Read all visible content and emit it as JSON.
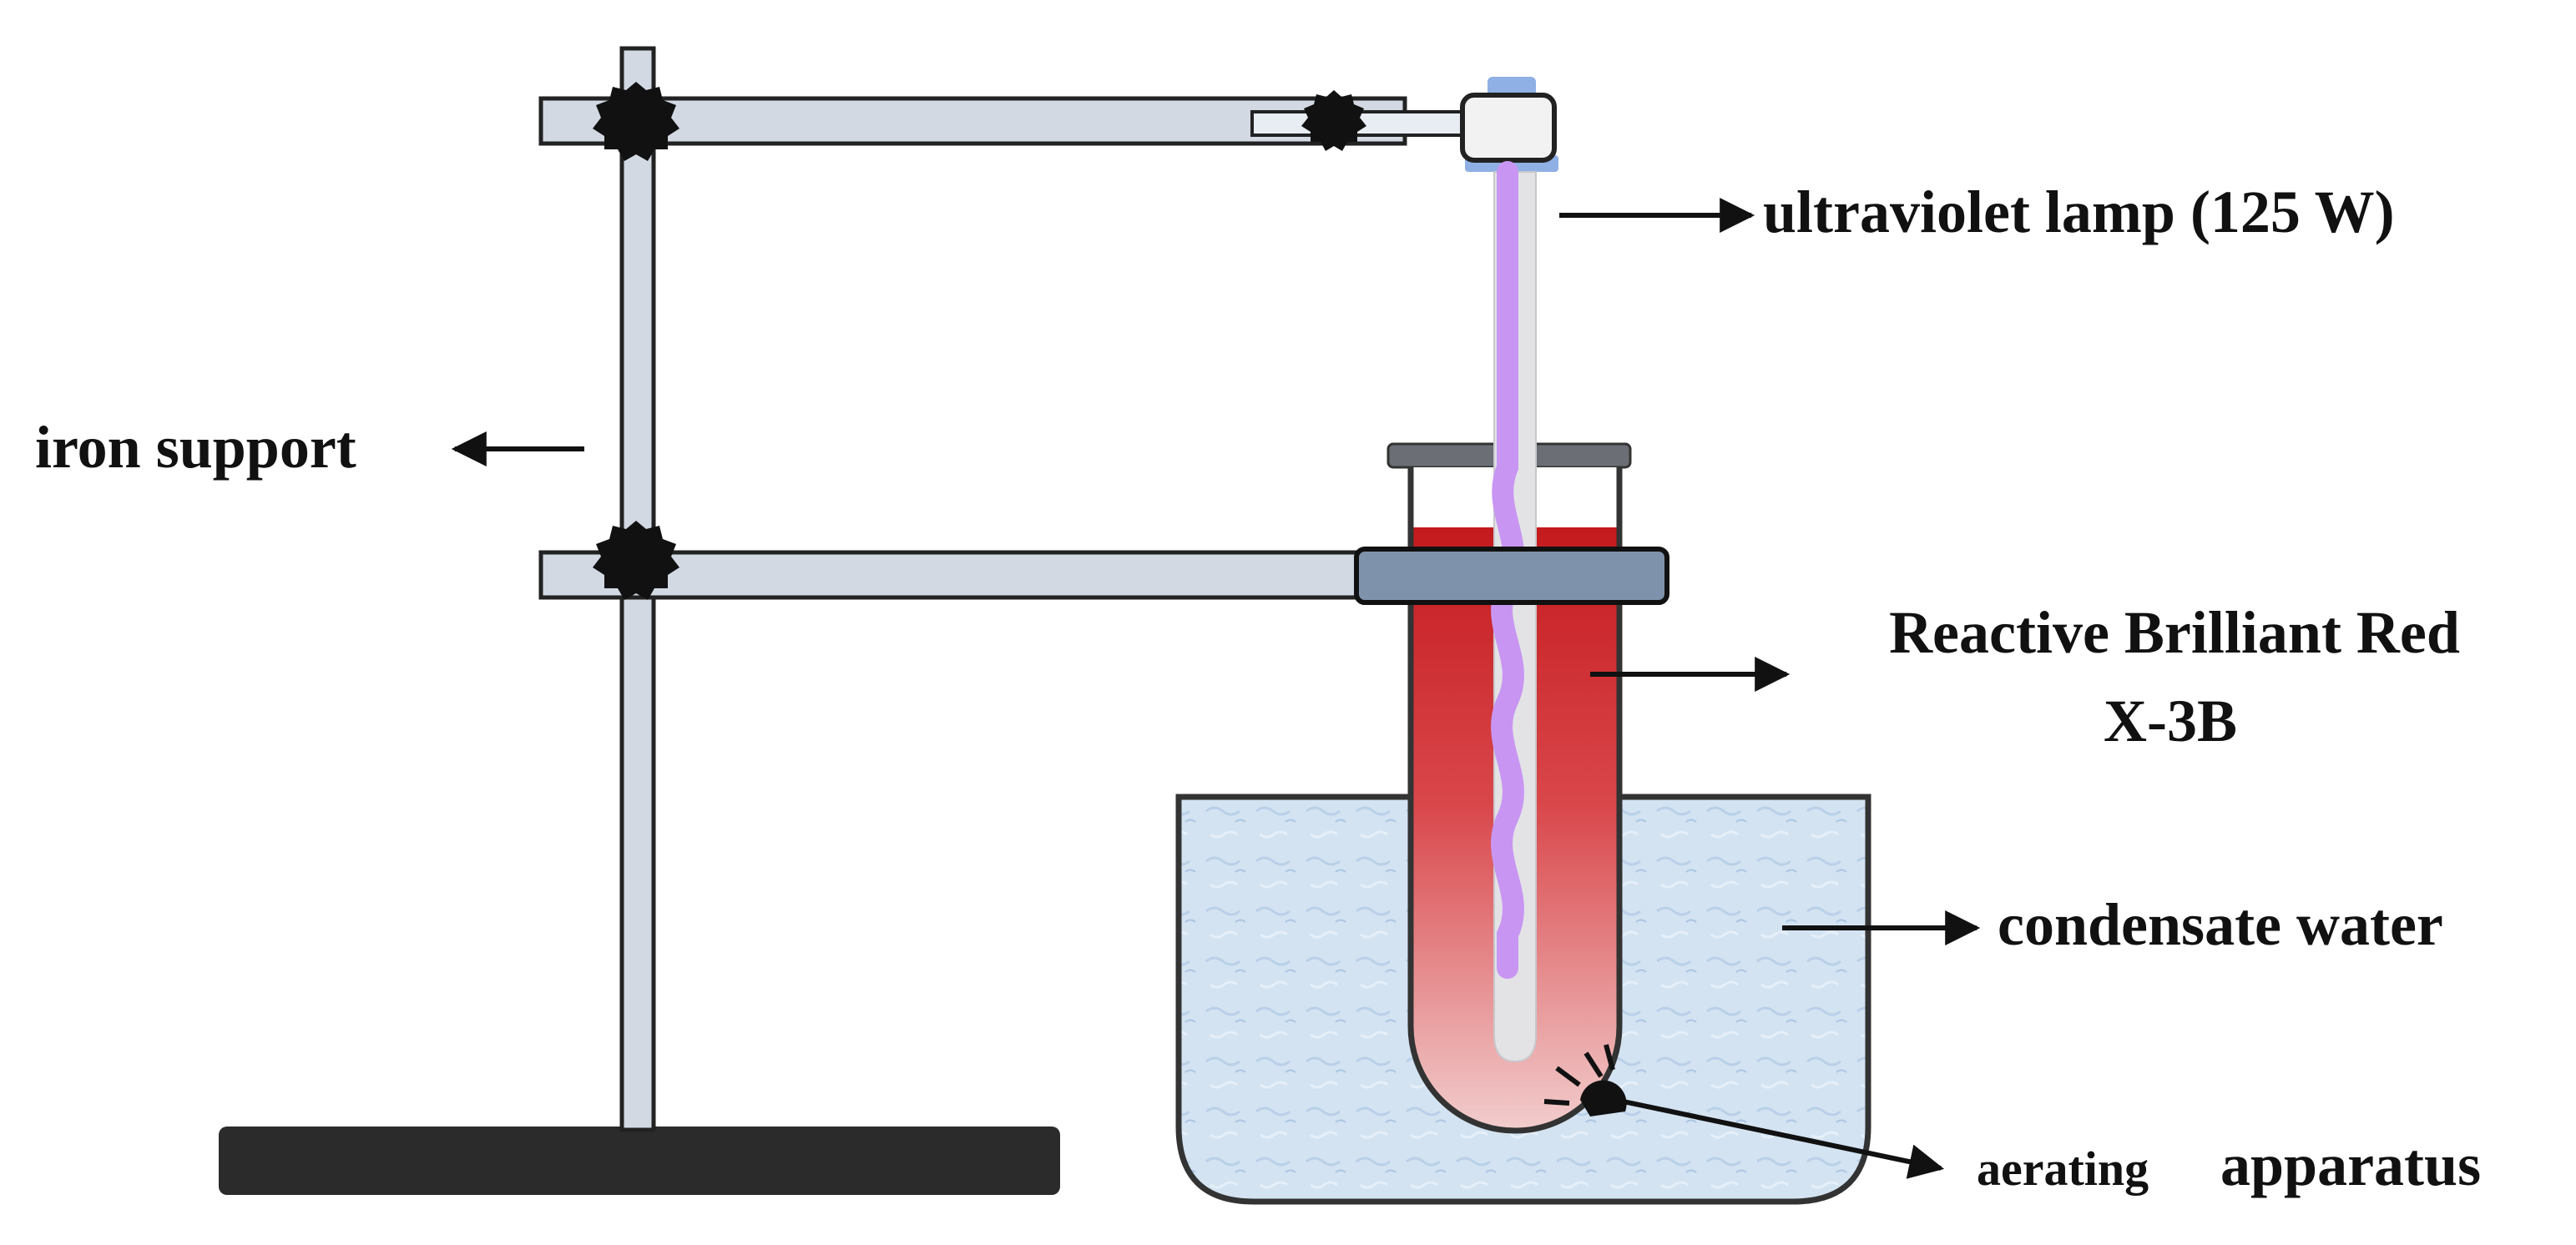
{
  "labels": {
    "lamp": "ultraviolet lamp (125 W)",
    "support": "iron support",
    "dye_line1": "Reactive Brilliant Red",
    "dye_line2": "X-3B",
    "water": "condensate water",
    "aerator_small": "aerating",
    "aerator_large": "apparatus"
  },
  "colors": {
    "outline": "#222222",
    "rod": "#d3d9e3",
    "clamp_plate": "#7f92ab",
    "base": "#2b2b2b",
    "lamp_glow": "#c896f2",
    "lamp_tube": "#e3e3e6",
    "dye_top": "#c41a1e",
    "dye_bottom": "#f3d3d3",
    "water": "#cfe0f0",
    "lamp_cap": "#8fb0e4"
  }
}
